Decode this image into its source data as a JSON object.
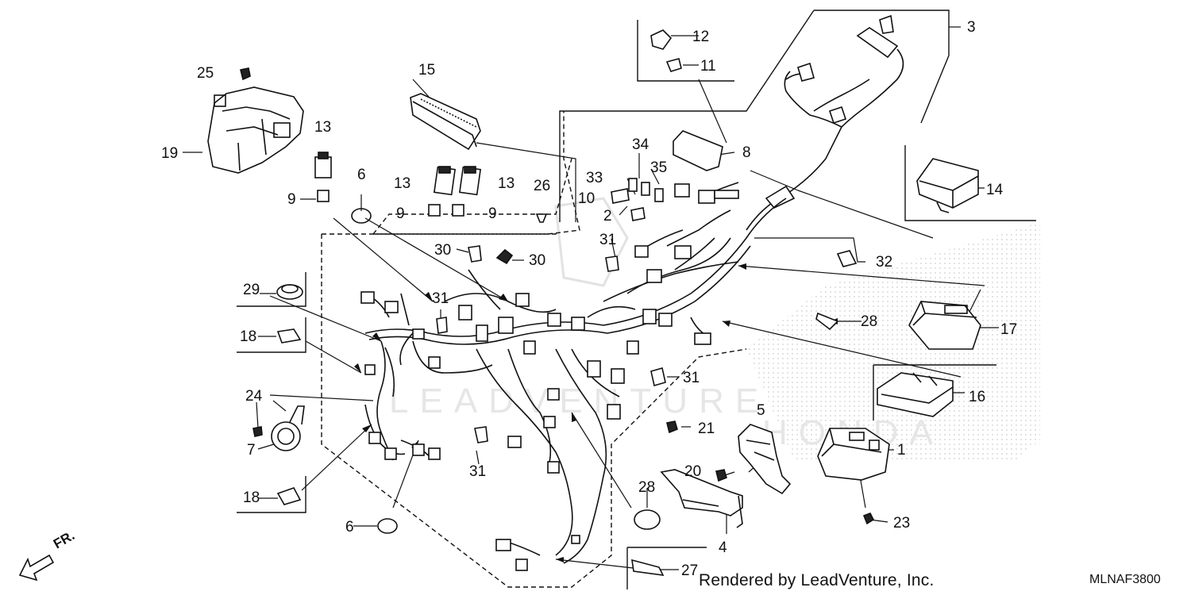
{
  "callouts": {
    "c1": "1",
    "c2": "2",
    "c3": "3",
    "c4": "4",
    "c5": "5",
    "c6a": "6",
    "c6b": "6",
    "c7": "7",
    "c8": "8",
    "c9a": "9",
    "c9b": "9",
    "c9c": "9",
    "c10": "10",
    "c11": "11",
    "c12": "12",
    "c13a": "13",
    "c13b": "13",
    "c13c": "13",
    "c14": "14",
    "c15": "15",
    "c16": "16",
    "c17": "17",
    "c18a": "18",
    "c18b": "18",
    "c19": "19",
    "c20": "20",
    "c21": "21",
    "c23": "23",
    "c24": "24",
    "c25": "25",
    "c26": "26",
    "c27": "27",
    "c28a": "28",
    "c28b": "28",
    "c29": "29",
    "c30a": "30",
    "c30b": "30",
    "c31a": "31",
    "c31b": "31",
    "c31c": "31",
    "c31d": "31",
    "c32": "32",
    "c33": "33",
    "c34": "34",
    "c35": "35"
  },
  "footer": {
    "rendered_by": "Rendered by LeadVenture, Inc.",
    "diagram_code": "MLNAF3800",
    "front_label": "FR."
  },
  "watermark": {
    "text": "LEADVENTURE",
    "color": "#d8d8d8"
  }
}
